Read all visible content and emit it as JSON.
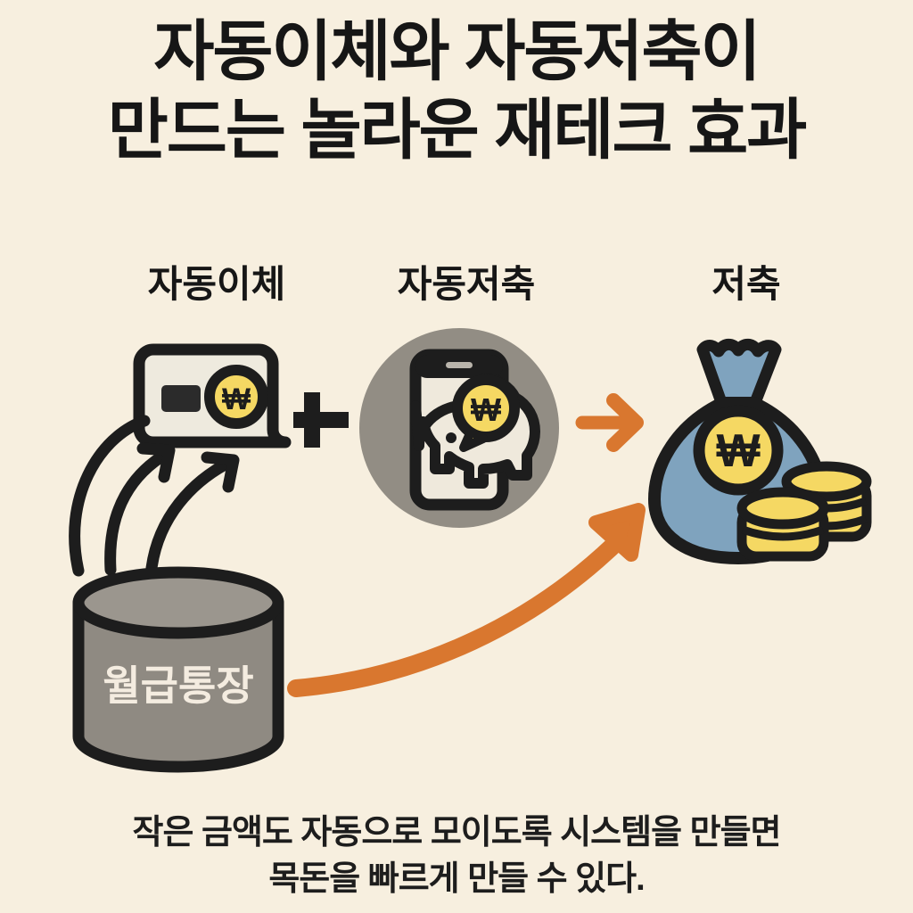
{
  "background_color": "#f7efdf",
  "title": {
    "lines": [
      "자동이체와 자동저축이",
      "만드는 놀라운 재테크 효과"
    ],
    "color": "#161616"
  },
  "labels": {
    "auto_transfer": "자동이체",
    "auto_save": "자동저축",
    "savings": "저축"
  },
  "diagram": {
    "source_label": "월급통장",
    "plus_sign": "+",
    "currency_symbol": "₩",
    "flow": [
      {
        "from": "월급통장",
        "to": "자동이체",
        "arrow": "curved-black-arrow"
      },
      {
        "from": "월급통장",
        "to": "자동이체",
        "arrow": "curved-black-arrow"
      },
      {
        "from": "월급통장",
        "to": "자동이체",
        "arrow": "curved-black-arrow"
      },
      {
        "from": "자동저축",
        "to": "저축",
        "arrow": "straight-orange-arrow"
      },
      {
        "from": "월급통장",
        "to": "저축",
        "arrow": "big-curved-orange-arrow"
      }
    ]
  },
  "colors": {
    "ink": "#1d1d1d",
    "cream": "#f7efdf",
    "panel_cream": "#efe9dc",
    "gray_circle": "#928d84",
    "gray_cylinder": "#8f8a82",
    "gray_cylinder_top": "#9b968e",
    "bag_blue": "#7fa3be",
    "coin_yellow": "#f5d863",
    "coin_yellow_dark": "#e8c94f",
    "accent_orange": "#d9772f"
  },
  "caption": {
    "lines": [
      "작은 금액도 자동으로 모이도록 시스템을 만들면",
      "목돈을 빠르게 만들 수 있다."
    ],
    "color": "#1d1d1d"
  }
}
